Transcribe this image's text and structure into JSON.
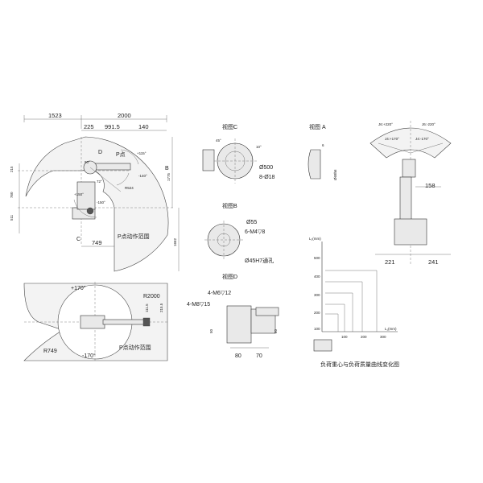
{
  "side_view": {
    "dims_top": [
      "1523",
      "2000"
    ],
    "dims_second": [
      "225",
      "991.5",
      "140"
    ],
    "dims_right": [
      "1775",
      "1662"
    ],
    "dims_left": [
      "215",
      "760",
      "511"
    ],
    "dim_bottom": "749",
    "dim_r": "R524",
    "angles": [
      "+115°",
      "-140°",
      "+150°",
      "-150°",
      "72°",
      "90°"
    ],
    "letters": [
      "D",
      "P点",
      "B",
      "C"
    ],
    "zone_label": "P点动作范围"
  },
  "top_view": {
    "angles": [
      "+170°",
      "-170°"
    ],
    "r_outer": "R2000",
    "r_inner": "R749",
    "dims": [
      "111.5",
      "215.5"
    ],
    "zone_label": "P点动作范围"
  },
  "view_c": {
    "title": "视图C",
    "angles": [
      "45°",
      "10°"
    ],
    "dims": [
      "Ø500",
      "8-Ø18"
    ]
  },
  "view_a": {
    "title": "视图 A",
    "dims": [
      "6",
      "Ø68h6"
    ]
  },
  "view_b": {
    "title": "视图B",
    "dims": [
      "Ø55",
      "6-M4▽8",
      "Ø45H7通孔"
    ]
  },
  "view_d": {
    "title": "视图D",
    "dims": [
      "4-M6▽12",
      "4-M8▽15",
      "50",
      "60",
      "80",
      "70"
    ]
  },
  "wrist_view": {
    "angles": [
      "J6:+220°",
      "J6:-220°",
      "J4:+170°",
      "J4:-170°"
    ],
    "dims": [
      "158",
      "221",
      "241"
    ]
  },
  "load_chart": {
    "y_axis_label": "L₂(mm)",
    "x_axis_label": "L₁(mm)",
    "y_ticks": [
      "500",
      "400",
      "300",
      "200",
      "100"
    ],
    "x_ticks": [
      "100",
      "200",
      "300"
    ],
    "caption": "负荷重心与负荷质量曲线变化图"
  }
}
